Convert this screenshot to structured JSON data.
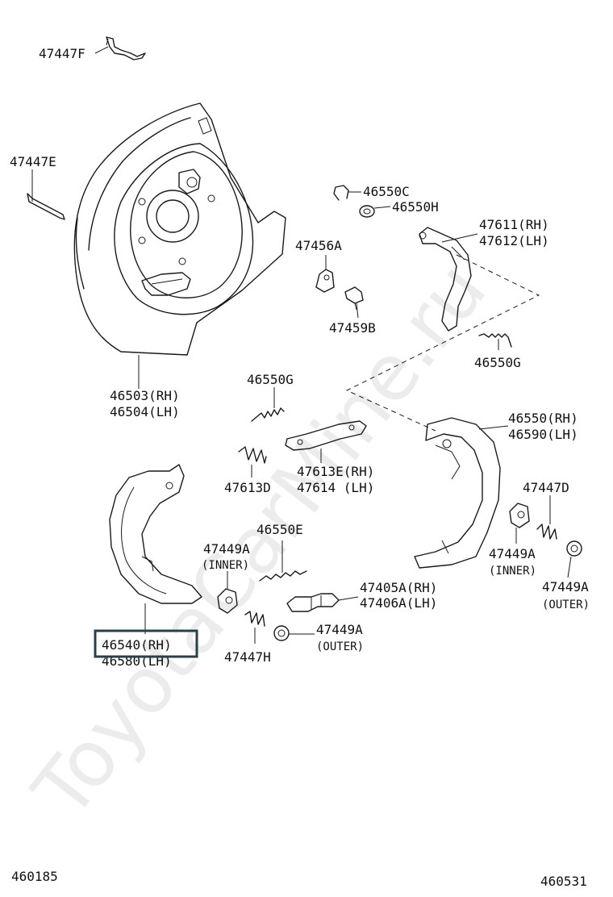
{
  "watermark": "ToyotaCarMine.ru",
  "highlight_color": "#2b3f4a",
  "footer": {
    "left_code": "460185",
    "right_code": "460531"
  },
  "labels": {
    "p47447F": "47447F",
    "p47447E": "47447E",
    "p46503": "46503(RH)",
    "p46504": "46504(LH)",
    "p46550C": "46550C",
    "p46550H": "46550H",
    "p47611": "47611(RH)",
    "p47612": "47612(LH)",
    "p47456A": "47456A",
    "p47459B": "47459B",
    "p46550G_top": "46550G",
    "p46550G_mid": "46550G",
    "p46550": "46550(RH)",
    "p46590": "46590(LH)",
    "p47613E": "47613E(RH)",
    "p47614": "47614  (LH)",
    "p47613D": "47613D",
    "p47447D": "47447D",
    "p46550E": "46550E",
    "p47449A_inner_left": "47449A",
    "inner_left": "(INNER)",
    "p47449A_inner_right": "47449A",
    "inner_right": "(INNER)",
    "p47449A_outer_right": "47449A",
    "outer_right": "(OUTER)",
    "p47405A": "47405A(RH)",
    "p47406A": "47406A(LH)",
    "p47449A_outer_mid": "47449A",
    "outer_mid": "(OUTER)",
    "p47447H": "47447H",
    "p46540": "46540(RH)",
    "p46580": "46580(LH)"
  }
}
